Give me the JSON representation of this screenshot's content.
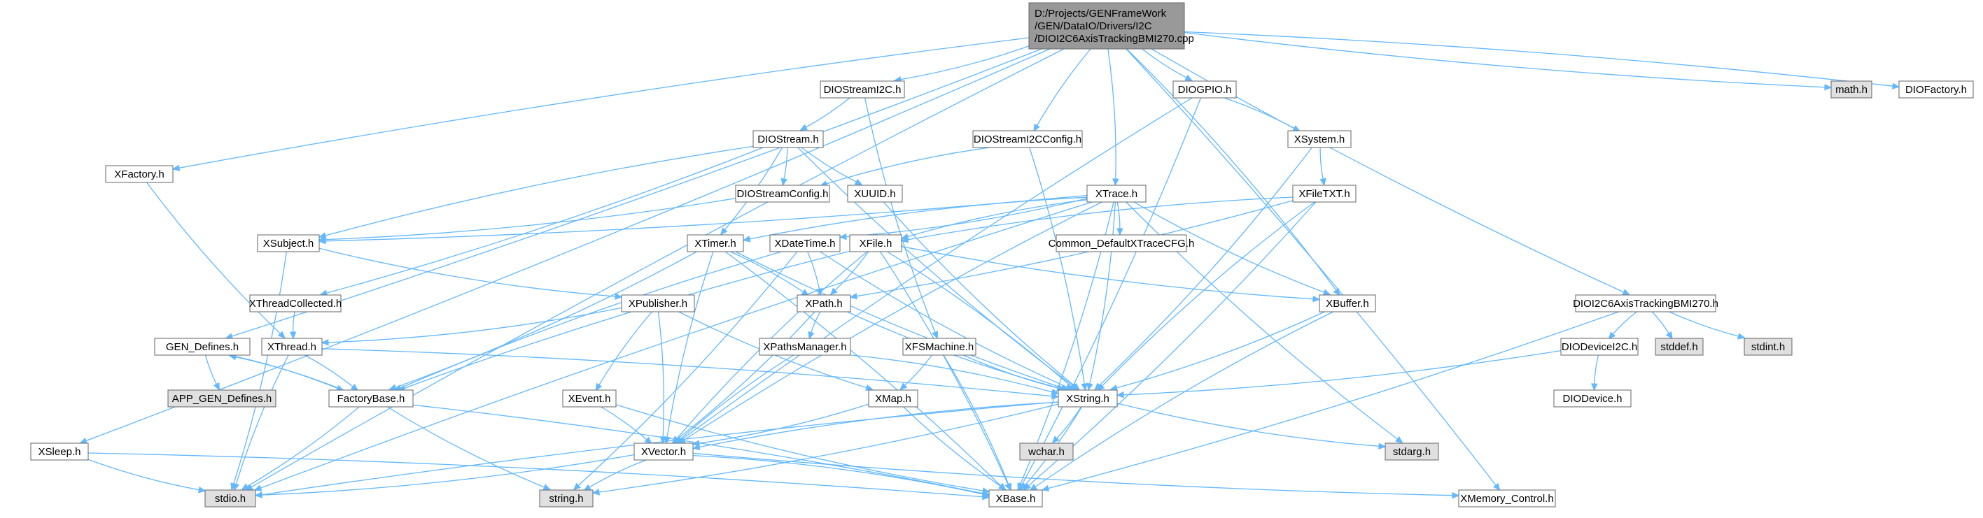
{
  "graph": {
    "edge_color": "#63b8ff",
    "root_fill": "#999999",
    "node_fill": "#ffffff",
    "system_fill": "#e0e0e0",
    "nodes": [
      {
        "id": "root",
        "lines": [
          "D:/Projects/GENFrameWork",
          "/GEN/DataIO/Drivers/I2C",
          "/DIOI2C6AxisTrackingBMI270.cpp"
        ],
        "kind": "root"
      },
      {
        "id": "XSleep",
        "lines": [
          "XSleep.h"
        ],
        "kind": "file"
      },
      {
        "id": "stdio",
        "lines": [
          "stdio.h"
        ],
        "kind": "system"
      },
      {
        "id": "GEN_Defines",
        "lines": [
          "GEN_Defines.h"
        ],
        "kind": "file"
      },
      {
        "id": "APP_GEN_Defines",
        "lines": [
          "APP_GEN_Defines.h"
        ],
        "kind": "system"
      },
      {
        "id": "FactoryBase",
        "lines": [
          "FactoryBase.h"
        ],
        "kind": "file"
      },
      {
        "id": "XFactory",
        "lines": [
          "XFactory.h"
        ],
        "kind": "file"
      },
      {
        "id": "XThread",
        "lines": [
          "XThread.h"
        ],
        "kind": "file"
      },
      {
        "id": "XThreadCollected",
        "lines": [
          "XThreadCollected.h"
        ],
        "kind": "file"
      },
      {
        "id": "XSubject",
        "lines": [
          "XSubject.h"
        ],
        "kind": "file"
      },
      {
        "id": "XPublisher",
        "lines": [
          "XPublisher.h"
        ],
        "kind": "file"
      },
      {
        "id": "XEvent",
        "lines": [
          "XEvent.h"
        ],
        "kind": "file"
      },
      {
        "id": "XVector",
        "lines": [
          "XVector.h"
        ],
        "kind": "file"
      },
      {
        "id": "string",
        "lines": [
          "string.h"
        ],
        "kind": "system"
      },
      {
        "id": "XBase",
        "lines": [
          "XBase.h"
        ],
        "kind": "file"
      },
      {
        "id": "DIOStreamI2C",
        "lines": [
          "DIOStreamI2C.h"
        ],
        "kind": "file"
      },
      {
        "id": "DIOStream",
        "lines": [
          "DIOStream.h"
        ],
        "kind": "file"
      },
      {
        "id": "DIOStreamConfig",
        "lines": [
          "DIOStreamConfig.h"
        ],
        "kind": "file"
      },
      {
        "id": "XUUID",
        "lines": [
          "XUUID.h"
        ],
        "kind": "file"
      },
      {
        "id": "XTimer",
        "lines": [
          "XTimer.h"
        ],
        "kind": "file"
      },
      {
        "id": "XDateTime",
        "lines": [
          "XDateTime.h"
        ],
        "kind": "file"
      },
      {
        "id": "XFile",
        "lines": [
          "XFile.h"
        ],
        "kind": "file"
      },
      {
        "id": "XPath",
        "lines": [
          "XPath.h"
        ],
        "kind": "file"
      },
      {
        "id": "XPathsManager",
        "lines": [
          "XPathsManager.h"
        ],
        "kind": "file"
      },
      {
        "id": "XMap",
        "lines": [
          "XMap.h"
        ],
        "kind": "file"
      },
      {
        "id": "XFSMachine",
        "lines": [
          "XFSMachine.h"
        ],
        "kind": "file"
      },
      {
        "id": "XString",
        "lines": [
          "XString.h"
        ],
        "kind": "file"
      },
      {
        "id": "wchar",
        "lines": [
          "wchar.h"
        ],
        "kind": "system"
      },
      {
        "id": "stdarg",
        "lines": [
          "stdarg.h"
        ],
        "kind": "system"
      },
      {
        "id": "DIOStreamI2CConfig",
        "lines": [
          "DIOStreamI2CConfig.h"
        ],
        "kind": "file"
      },
      {
        "id": "XTrace",
        "lines": [
          "XTrace.h"
        ],
        "kind": "file"
      },
      {
        "id": "Common_DefaultXTraceCFG",
        "lines": [
          "Common_DefaultXTraceCFG.h"
        ],
        "kind": "file"
      },
      {
        "id": "XBuffer",
        "lines": [
          "XBuffer.h"
        ],
        "kind": "file"
      },
      {
        "id": "DIOGPIO",
        "lines": [
          "DIOGPIO.h"
        ],
        "kind": "file"
      },
      {
        "id": "XSystem",
        "lines": [
          "XSystem.h"
        ],
        "kind": "file"
      },
      {
        "id": "XFileTXT",
        "lines": [
          "XFileTXT.h"
        ],
        "kind": "file"
      },
      {
        "id": "DIOI2C6AxisTrackingBMI270",
        "lines": [
          "DIOI2C6AxisTrackingBMI270.h"
        ],
        "kind": "file"
      },
      {
        "id": "stddef",
        "lines": [
          "stddef.h"
        ],
        "kind": "system"
      },
      {
        "id": "stdint",
        "lines": [
          "stdint.h"
        ],
        "kind": "system"
      },
      {
        "id": "DIODeviceI2C",
        "lines": [
          "DIODeviceI2C.h"
        ],
        "kind": "file"
      },
      {
        "id": "DIODevice",
        "lines": [
          "DIODevice.h"
        ],
        "kind": "file"
      },
      {
        "id": "XMemory_Control",
        "lines": [
          "XMemory_Control.h"
        ],
        "kind": "file"
      },
      {
        "id": "math",
        "lines": [
          "math.h"
        ],
        "kind": "system"
      },
      {
        "id": "DIOFactory",
        "lines": [
          "DIOFactory.h"
        ],
        "kind": "file"
      }
    ],
    "edges": [
      [
        "root",
        "XSleep"
      ],
      [
        "root",
        "stdio"
      ],
      [
        "root",
        "GEN_Defines"
      ],
      [
        "root",
        "XFactory"
      ],
      [
        "root",
        "DIOStreamI2C"
      ],
      [
        "root",
        "DIOStreamI2CConfig"
      ],
      [
        "root",
        "XTrace"
      ],
      [
        "root",
        "DIOGPIO"
      ],
      [
        "root",
        "XBuffer"
      ],
      [
        "root",
        "DIOI2C6AxisTrackingBMI270"
      ],
      [
        "root",
        "XMemory_Control"
      ],
      [
        "root",
        "math"
      ],
      [
        "root",
        "DIOFactory"
      ],
      [
        "XSleep",
        "stdio"
      ],
      [
        "XSleep",
        "XBase"
      ],
      [
        "GEN_Defines",
        "APP_GEN_Defines"
      ],
      [
        "GEN_Defines",
        "FactoryBase"
      ],
      [
        "FactoryBase",
        "GEN_Defines"
      ],
      [
        "FactoryBase",
        "stdio"
      ],
      [
        "FactoryBase",
        "string"
      ],
      [
        "FactoryBase",
        "XBase"
      ],
      [
        "XFactory",
        "XThread"
      ],
      [
        "XThread",
        "FactoryBase"
      ],
      [
        "XThread",
        "stdio"
      ],
      [
        "XThread",
        "XString"
      ],
      [
        "XThreadCollected",
        "XThread"
      ],
      [
        "XSubject",
        "stdio"
      ],
      [
        "XSubject",
        "XPublisher"
      ],
      [
        "XPublisher",
        "XThread"
      ],
      [
        "XPublisher",
        "XEvent"
      ],
      [
        "XPublisher",
        "XVector"
      ],
      [
        "XPublisher",
        "XMap"
      ],
      [
        "XEvent",
        "XVector"
      ],
      [
        "XEvent",
        "XBase"
      ],
      [
        "XVector",
        "stdio"
      ],
      [
        "XVector",
        "string"
      ],
      [
        "XVector",
        "XBase"
      ],
      [
        "XVector",
        "XMemory_Control"
      ],
      [
        "DIOStreamI2C",
        "DIOStream"
      ],
      [
        "DIOStreamI2C",
        "XFSMachine"
      ],
      [
        "DIOStream",
        "XThreadCollected"
      ],
      [
        "DIOStream",
        "XSubject"
      ],
      [
        "DIOStream",
        "DIOStreamConfig"
      ],
      [
        "DIOStream",
        "XUUID"
      ],
      [
        "DIOStream",
        "XTimer"
      ],
      [
        "DIOStream",
        "XString"
      ],
      [
        "DIOStreamConfig",
        "XSubject"
      ],
      [
        "XUUID",
        "XString"
      ],
      [
        "XTimer",
        "FactoryBase"
      ],
      [
        "XTimer",
        "XVector"
      ],
      [
        "XTimer",
        "XPath"
      ],
      [
        "XTimer",
        "XString"
      ],
      [
        "XTimer",
        "XBase"
      ],
      [
        "XDateTime",
        "FactoryBase"
      ],
      [
        "XDateTime",
        "XPath"
      ],
      [
        "XDateTime",
        "XString"
      ],
      [
        "XDateTime",
        "string"
      ],
      [
        "XFile",
        "FactoryBase"
      ],
      [
        "XFile",
        "XPath"
      ],
      [
        "XFile",
        "XVector"
      ],
      [
        "XFile",
        "XString"
      ],
      [
        "XFile",
        "XBuffer"
      ],
      [
        "XFile",
        "XBase"
      ],
      [
        "XPath",
        "XPathsManager"
      ],
      [
        "XPath",
        "XVector"
      ],
      [
        "XPath",
        "XString"
      ],
      [
        "XPathsManager",
        "XString"
      ],
      [
        "XPathsManager",
        "XVector"
      ],
      [
        "XMap",
        "XVector"
      ],
      [
        "XMap",
        "XBase"
      ],
      [
        "XFSMachine",
        "XMap"
      ],
      [
        "XFSMachine",
        "XString"
      ],
      [
        "XFSMachine",
        "XBase"
      ],
      [
        "XString",
        "XVector"
      ],
      [
        "XString",
        "wchar"
      ],
      [
        "XString",
        "stdarg"
      ],
      [
        "XString",
        "XBase"
      ],
      [
        "XString",
        "stdio"
      ],
      [
        "XString",
        "string"
      ],
      [
        "DIOStreamI2CConfig",
        "DIOStreamConfig"
      ],
      [
        "DIOStreamI2CConfig",
        "XString"
      ],
      [
        "XTrace",
        "stdio"
      ],
      [
        "XTrace",
        "XSubject"
      ],
      [
        "XTrace",
        "XTimer"
      ],
      [
        "XTrace",
        "XDateTime"
      ],
      [
        "XTrace",
        "XFile"
      ],
      [
        "XTrace",
        "Common_DefaultXTraceCFG"
      ],
      [
        "XTrace",
        "XBuffer"
      ],
      [
        "XTrace",
        "XString"
      ],
      [
        "XTrace",
        "stdarg"
      ],
      [
        "XTrace",
        "XBase"
      ],
      [
        "XTrace",
        "XVector"
      ],
      [
        "XBuffer",
        "XString"
      ],
      [
        "XBuffer",
        "XBase"
      ],
      [
        "DIOGPIO",
        "XSystem"
      ],
      [
        "DIOGPIO",
        "XVector"
      ],
      [
        "DIOGPIO",
        "XBase"
      ],
      [
        "XSystem",
        "XFileTXT"
      ],
      [
        "XSystem",
        "XString"
      ],
      [
        "XFileTXT",
        "XFile"
      ],
      [
        "XFileTXT",
        "XPath"
      ],
      [
        "XFileTXT",
        "XString"
      ],
      [
        "XFileTXT",
        "XBase"
      ],
      [
        "DIOI2C6AxisTrackingBMI270",
        "DIODeviceI2C"
      ],
      [
        "DIOI2C6AxisTrackingBMI270",
        "stddef"
      ],
      [
        "DIOI2C6AxisTrackingBMI270",
        "stdint"
      ],
      [
        "DIOI2C6AxisTrackingBMI270",
        "XBase"
      ],
      [
        "DIODeviceI2C",
        "DIODevice"
      ],
      [
        "DIODeviceI2C",
        "XString"
      ]
    ]
  }
}
